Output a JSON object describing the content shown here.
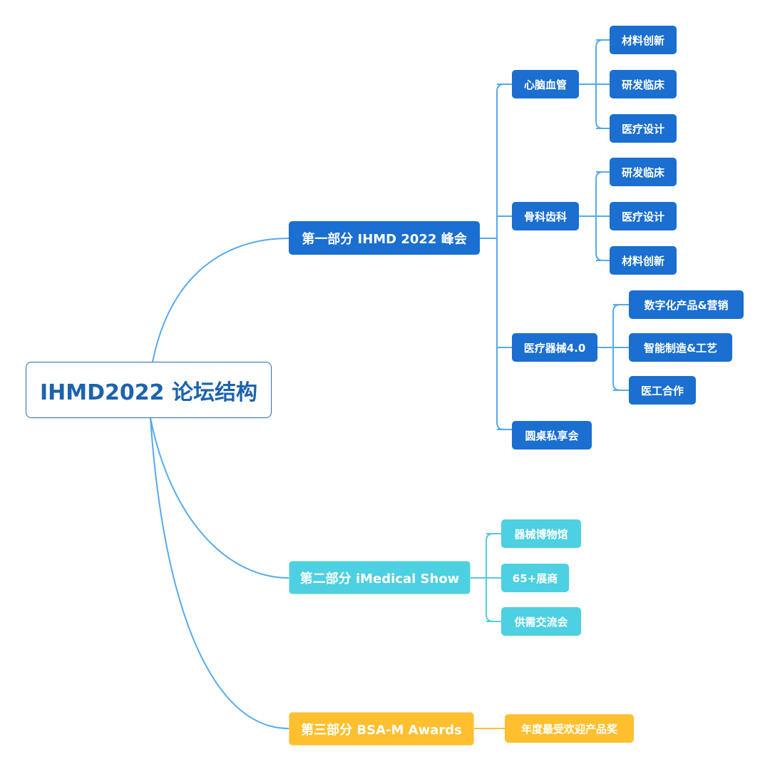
{
  "root": {
    "title": "IHMD2022 论坛结构"
  },
  "part1": {
    "title": "第一部分 IHMD 2022 峰会",
    "cardio": {
      "label": "心脑血管",
      "children": [
        "材料创新",
        "研发临床",
        "医疗设计"
      ]
    },
    "ortho": {
      "label": "骨科齿科",
      "children": [
        "研发临床",
        "医疗设计",
        "材料创新"
      ]
    },
    "device": {
      "label": "医疗器械4.0",
      "children": [
        "数字化产品&营销",
        "智能制造&工艺",
        "医工合作"
      ]
    },
    "roundtable": {
      "label": "圆桌私享会"
    }
  },
  "part2": {
    "title": "第二部分 iMedical Show",
    "children": [
      "器械博物馆",
      "65+展商",
      "供需交流会"
    ]
  },
  "part3": {
    "title": "第三部分 BSA-M Awards",
    "children": [
      "年度最受欢迎产品奖"
    ]
  },
  "colors": {
    "part1": "#1a6fd0",
    "part2": "#4dd0e1",
    "part3": "#ffbf2f",
    "connector": "#55aaee",
    "root_text": "#1b63ad"
  }
}
